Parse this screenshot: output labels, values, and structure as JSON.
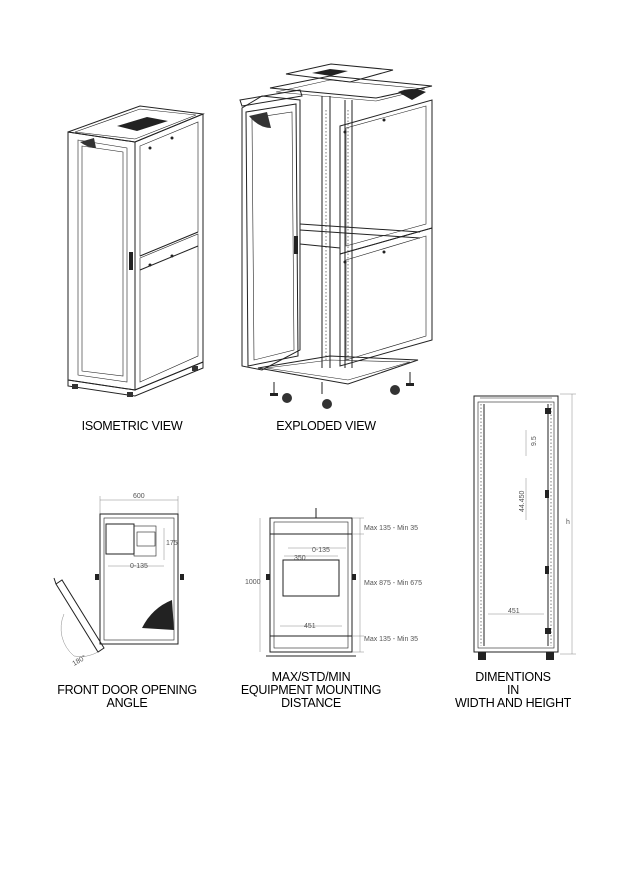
{
  "captions": {
    "isometric": "ISOMETRIC VIEW",
    "exploded": "EXPLODED VIEW",
    "front_door_l1": "FRONT DOOR  OPENING",
    "front_door_l2": "ANGLE",
    "mounting_l1": "MAX/STD/MIN",
    "mounting_l2": "EQUIPMENT MOUNTING",
    "mounting_l3": "DISTANCE",
    "dimensions_l1": "DIMENTIONS",
    "dimensions_l2": "IN",
    "dimensions_l3": "WIDTH AND HEIGHT"
  },
  "door_view": {
    "width": "600",
    "depth_label": "175",
    "offset_label": "0-135",
    "angle_label": "180°"
  },
  "mounting_view": {
    "depth": "1000",
    "rail_offset": "0-135",
    "rail_span": "350",
    "width_451": "451",
    "top_label": "Max 135 - Min 35",
    "middle_label": "Max 875 - Min 675",
    "bottom_label": "Max 135 - Min 35"
  },
  "dimensions_view": {
    "pitch": "9.5",
    "unit_height": "44.450",
    "height_label": "h",
    "width_451": "451"
  }
}
